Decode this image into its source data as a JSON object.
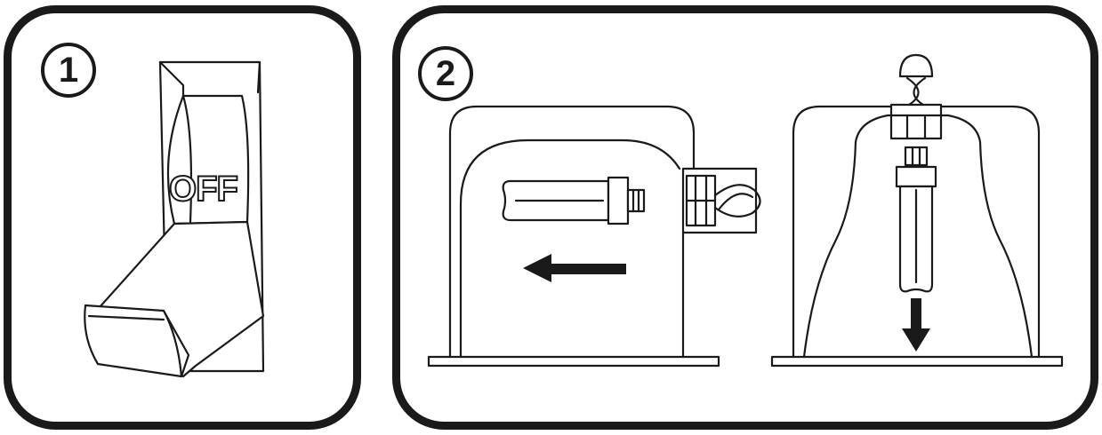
{
  "steps": [
    {
      "number": "1",
      "switch_label": "OFF"
    },
    {
      "number": "2"
    }
  ]
}
